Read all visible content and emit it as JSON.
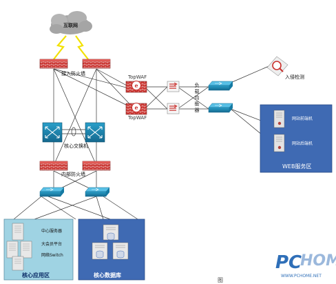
{
  "internet": {
    "label": "互联网",
    "icon": "cloud-icon"
  },
  "labels": {
    "access_firewall": "接入防火墙",
    "topwaf_1": "TopWAF",
    "topwaf_2": "TopWAF",
    "load_balancer": "负载均衡器",
    "intrusion_detection": "入侵检测",
    "core_switch": "核心交换机",
    "internal_firewall": "内部防火墙",
    "core_app_zone": "核心应用区",
    "core_db_zone": "核心数据库",
    "web_zone": "WEB服务区",
    "app_server_1": "中心服务器",
    "app_server_2": "大会员平台",
    "app_server_3": "网络Switch",
    "web_server_1": "网站前端机",
    "web_server_2": "网站后端机"
  },
  "watermark": {
    "brand_pc": "PC",
    "brand_home": "HOME",
    "site": "WWW.PCHOME.NET"
  },
  "caption": "图"
}
